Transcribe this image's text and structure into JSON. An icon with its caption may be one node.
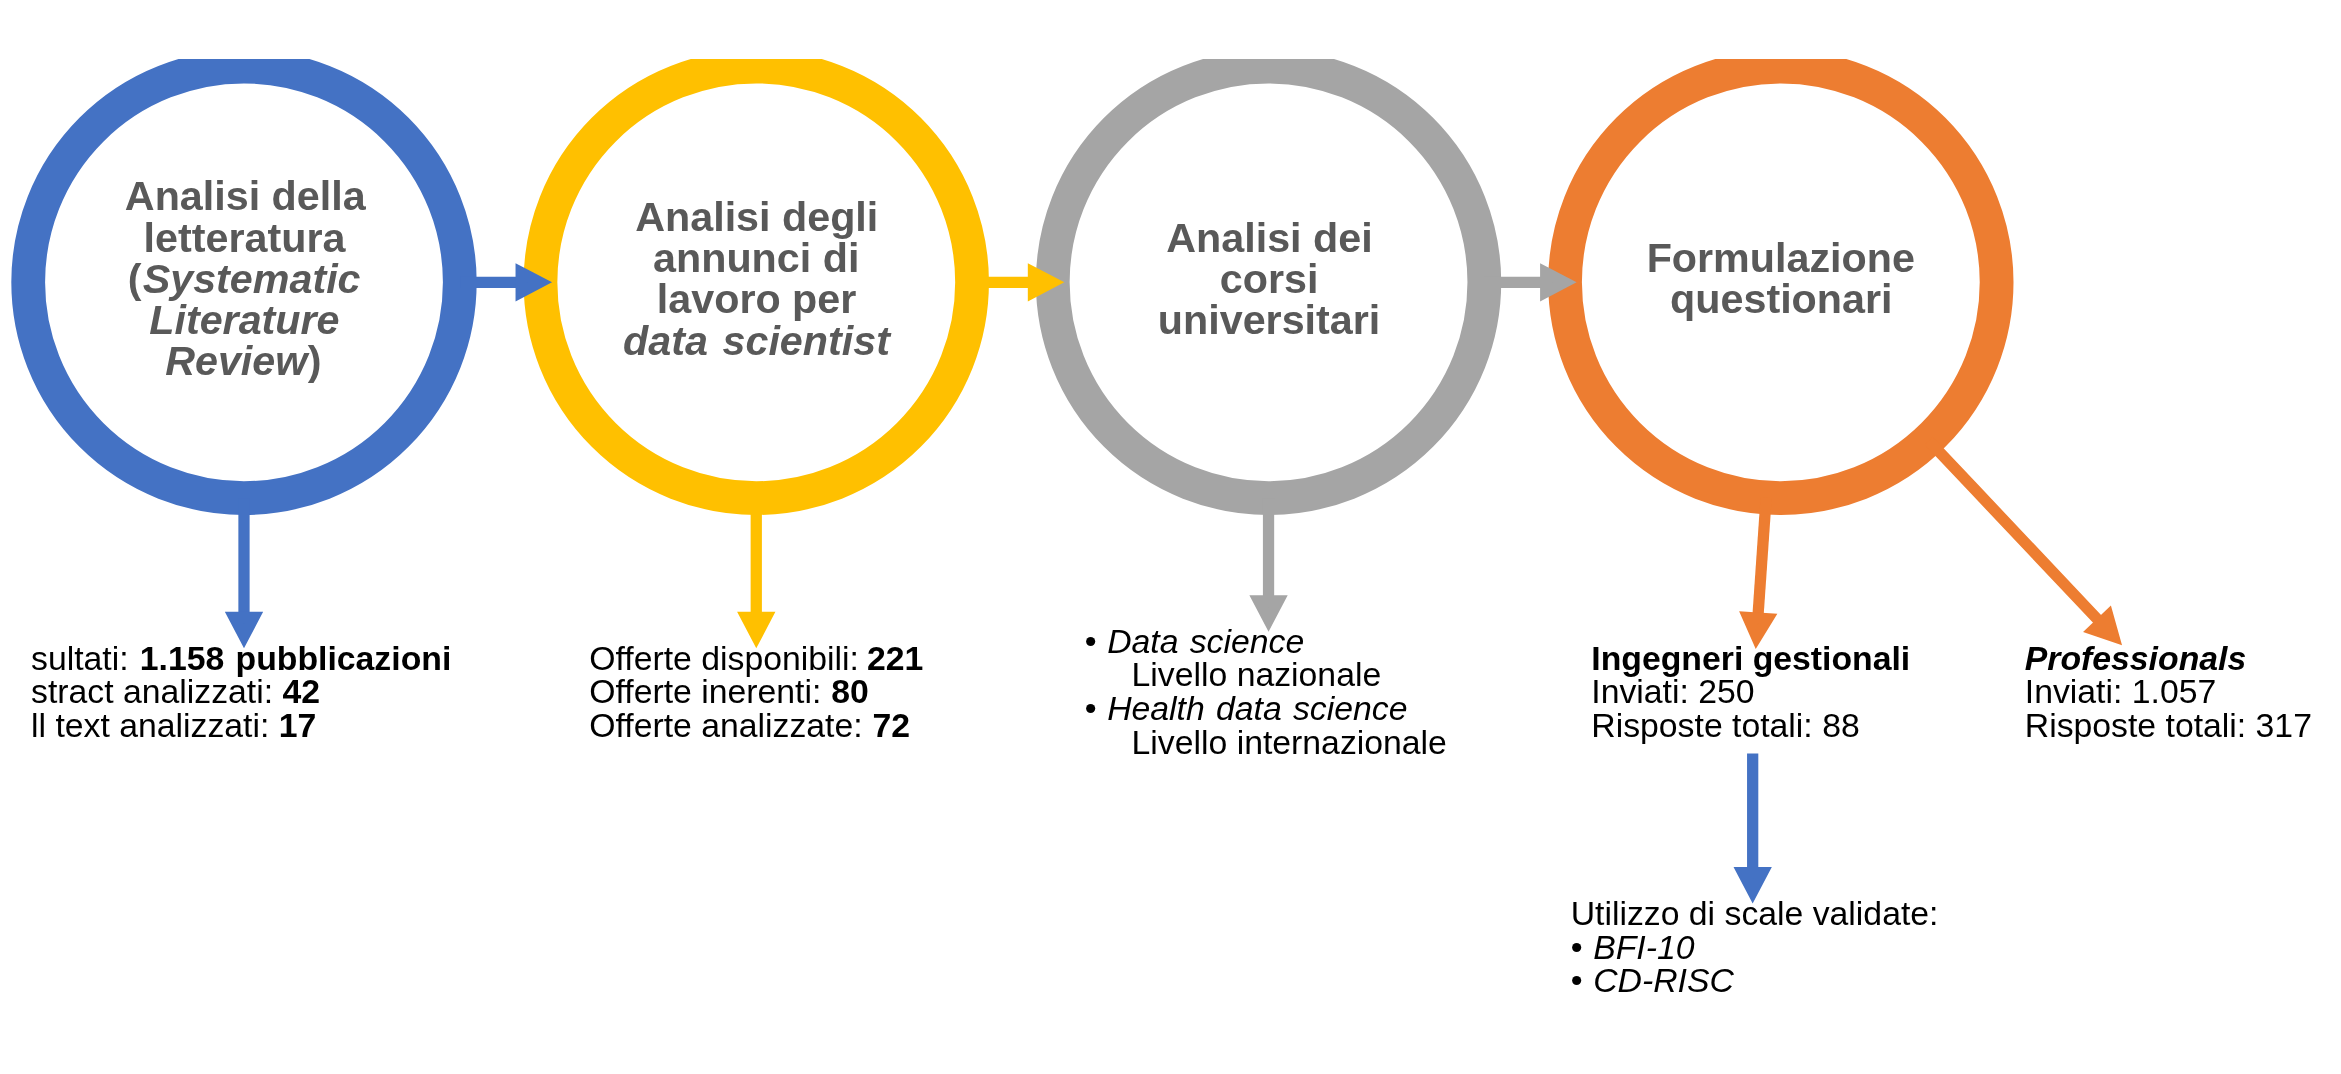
{
  "diagram": {
    "nodes": [
      {
        "text": [
          "Analisi della letteratura (*Systematic Literature Review*)"
        ]
      },
      {
        "text": [
          "Analisi degli annunci di lavoro per *data scientist*"
        ]
      },
      {
        "text": [
          "Analisi dei corsi universitari"
        ]
      },
      {
        "text": [
          "Formulazione questionari"
        ]
      },
      {
        "text": [
          "sultati: **1.158 pubblicazioni**",
          "stract analizzati: **42**",
          "ll text analizzati: **17**"
        ]
      },
      {
        "text": [
          "Offerte disponibili: **221**",
          "Offerte inerenti: **80**",
          "Offerte analizzate: **72**"
        ]
      },
      {
        "text": [
          "• *Data science*",
          "Livello nazionale",
          "• *Health data science*",
          "Livello internazionale"
        ]
      },
      {
        "text": [
          "Ingegneri gestionali",
          "Inviati: 250",
          "Risposte totali: 88"
        ]
      },
      {
        "text": [
          "Professionals",
          "Inviati: 1.057",
          "Risposte totali: 317"
        ]
      },
      {
        "text": [
          "Utilizzo di scale validate:",
          "• *BFI-10*",
          "• *CD-RISC*"
        ]
      }
    ],
    "edges": [
      {
        "from": 0,
        "to": 1,
        "arrow": "to",
        "color": "#4472c4"
      },
      {
        "from": 1,
        "to": 2,
        "arrow": "to",
        "color": "#ffc000"
      },
      {
        "from": 2,
        "to": 3,
        "arrow": "to",
        "color": "#a5a5a5"
      },
      {
        "from": 0,
        "to": 4,
        "arrow": "to",
        "color": "#4472c4"
      },
      {
        "from": 1,
        "to": 5,
        "arrow": "to",
        "color": "#ffc000"
      },
      {
        "from": 2,
        "to": 6,
        "arrow": "to",
        "color": "#a5a5a5"
      },
      {
        "from": 3,
        "to": 7,
        "arrow": "to",
        "color": "#ed7d31"
      },
      {
        "from": 3,
        "to": 8,
        "arrow": "to",
        "color": "#ed7d31"
      },
      {
        "from": 7,
        "to": 9,
        "arrow": "to",
        "color": "#4472c4"
      }
    ]
  }
}
